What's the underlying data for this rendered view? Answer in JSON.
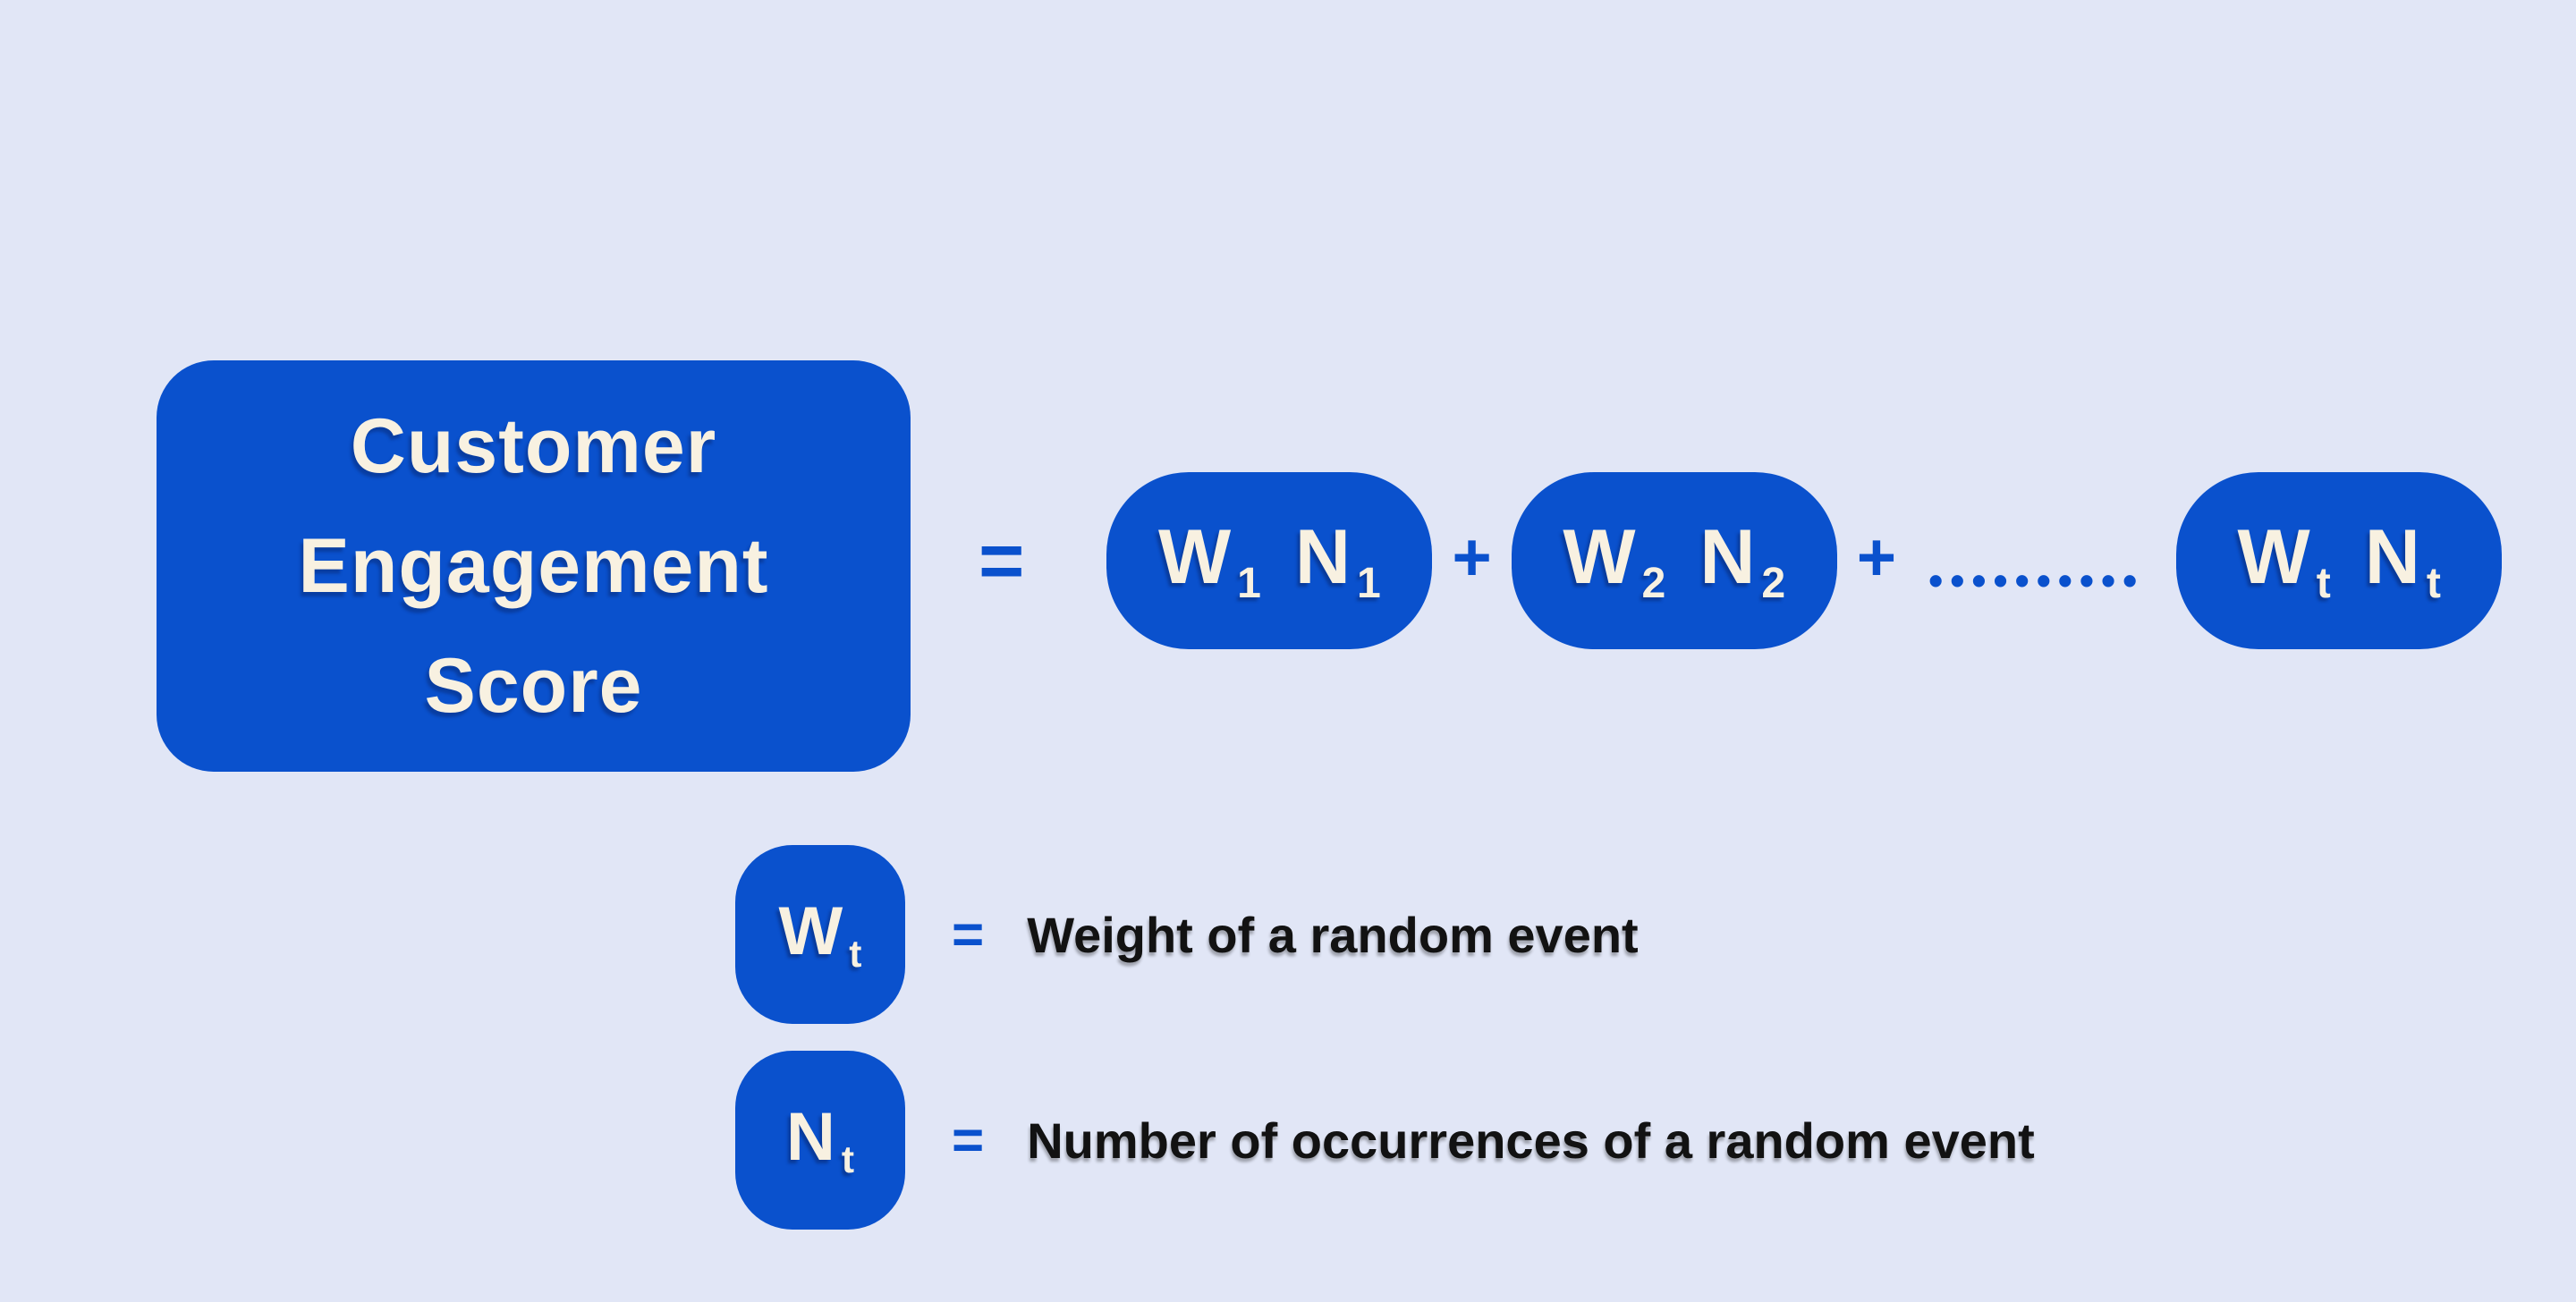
{
  "colors": {
    "background": "#e1e6f6",
    "primary_blue": "#0a51cd",
    "cream_text": "#f8f1e1",
    "dark_text": "#121212"
  },
  "title_box": {
    "line1": "Customer",
    "line2": "Engagement",
    "line3": "Score"
  },
  "equation": {
    "equals_sign": "=",
    "plus_sign": "+",
    "dots": "••••••••••",
    "terms": [
      {
        "w_base": "W",
        "w_sub": "1",
        "n_base": "N",
        "n_sub": "1"
      },
      {
        "w_base": "W",
        "w_sub": "2",
        "n_base": "N",
        "n_sub": "2"
      },
      {
        "w_base": "W",
        "w_sub": "t",
        "n_base": "N",
        "n_sub": "t"
      }
    ]
  },
  "legend": {
    "rows": [
      {
        "symbol_base": "W",
        "symbol_sub": "t",
        "equals_sign": "=",
        "description": "Weight of a random event"
      },
      {
        "symbol_base": "N",
        "symbol_sub": "t",
        "equals_sign": "=",
        "description": "Number of occurrences of a random event"
      }
    ]
  }
}
